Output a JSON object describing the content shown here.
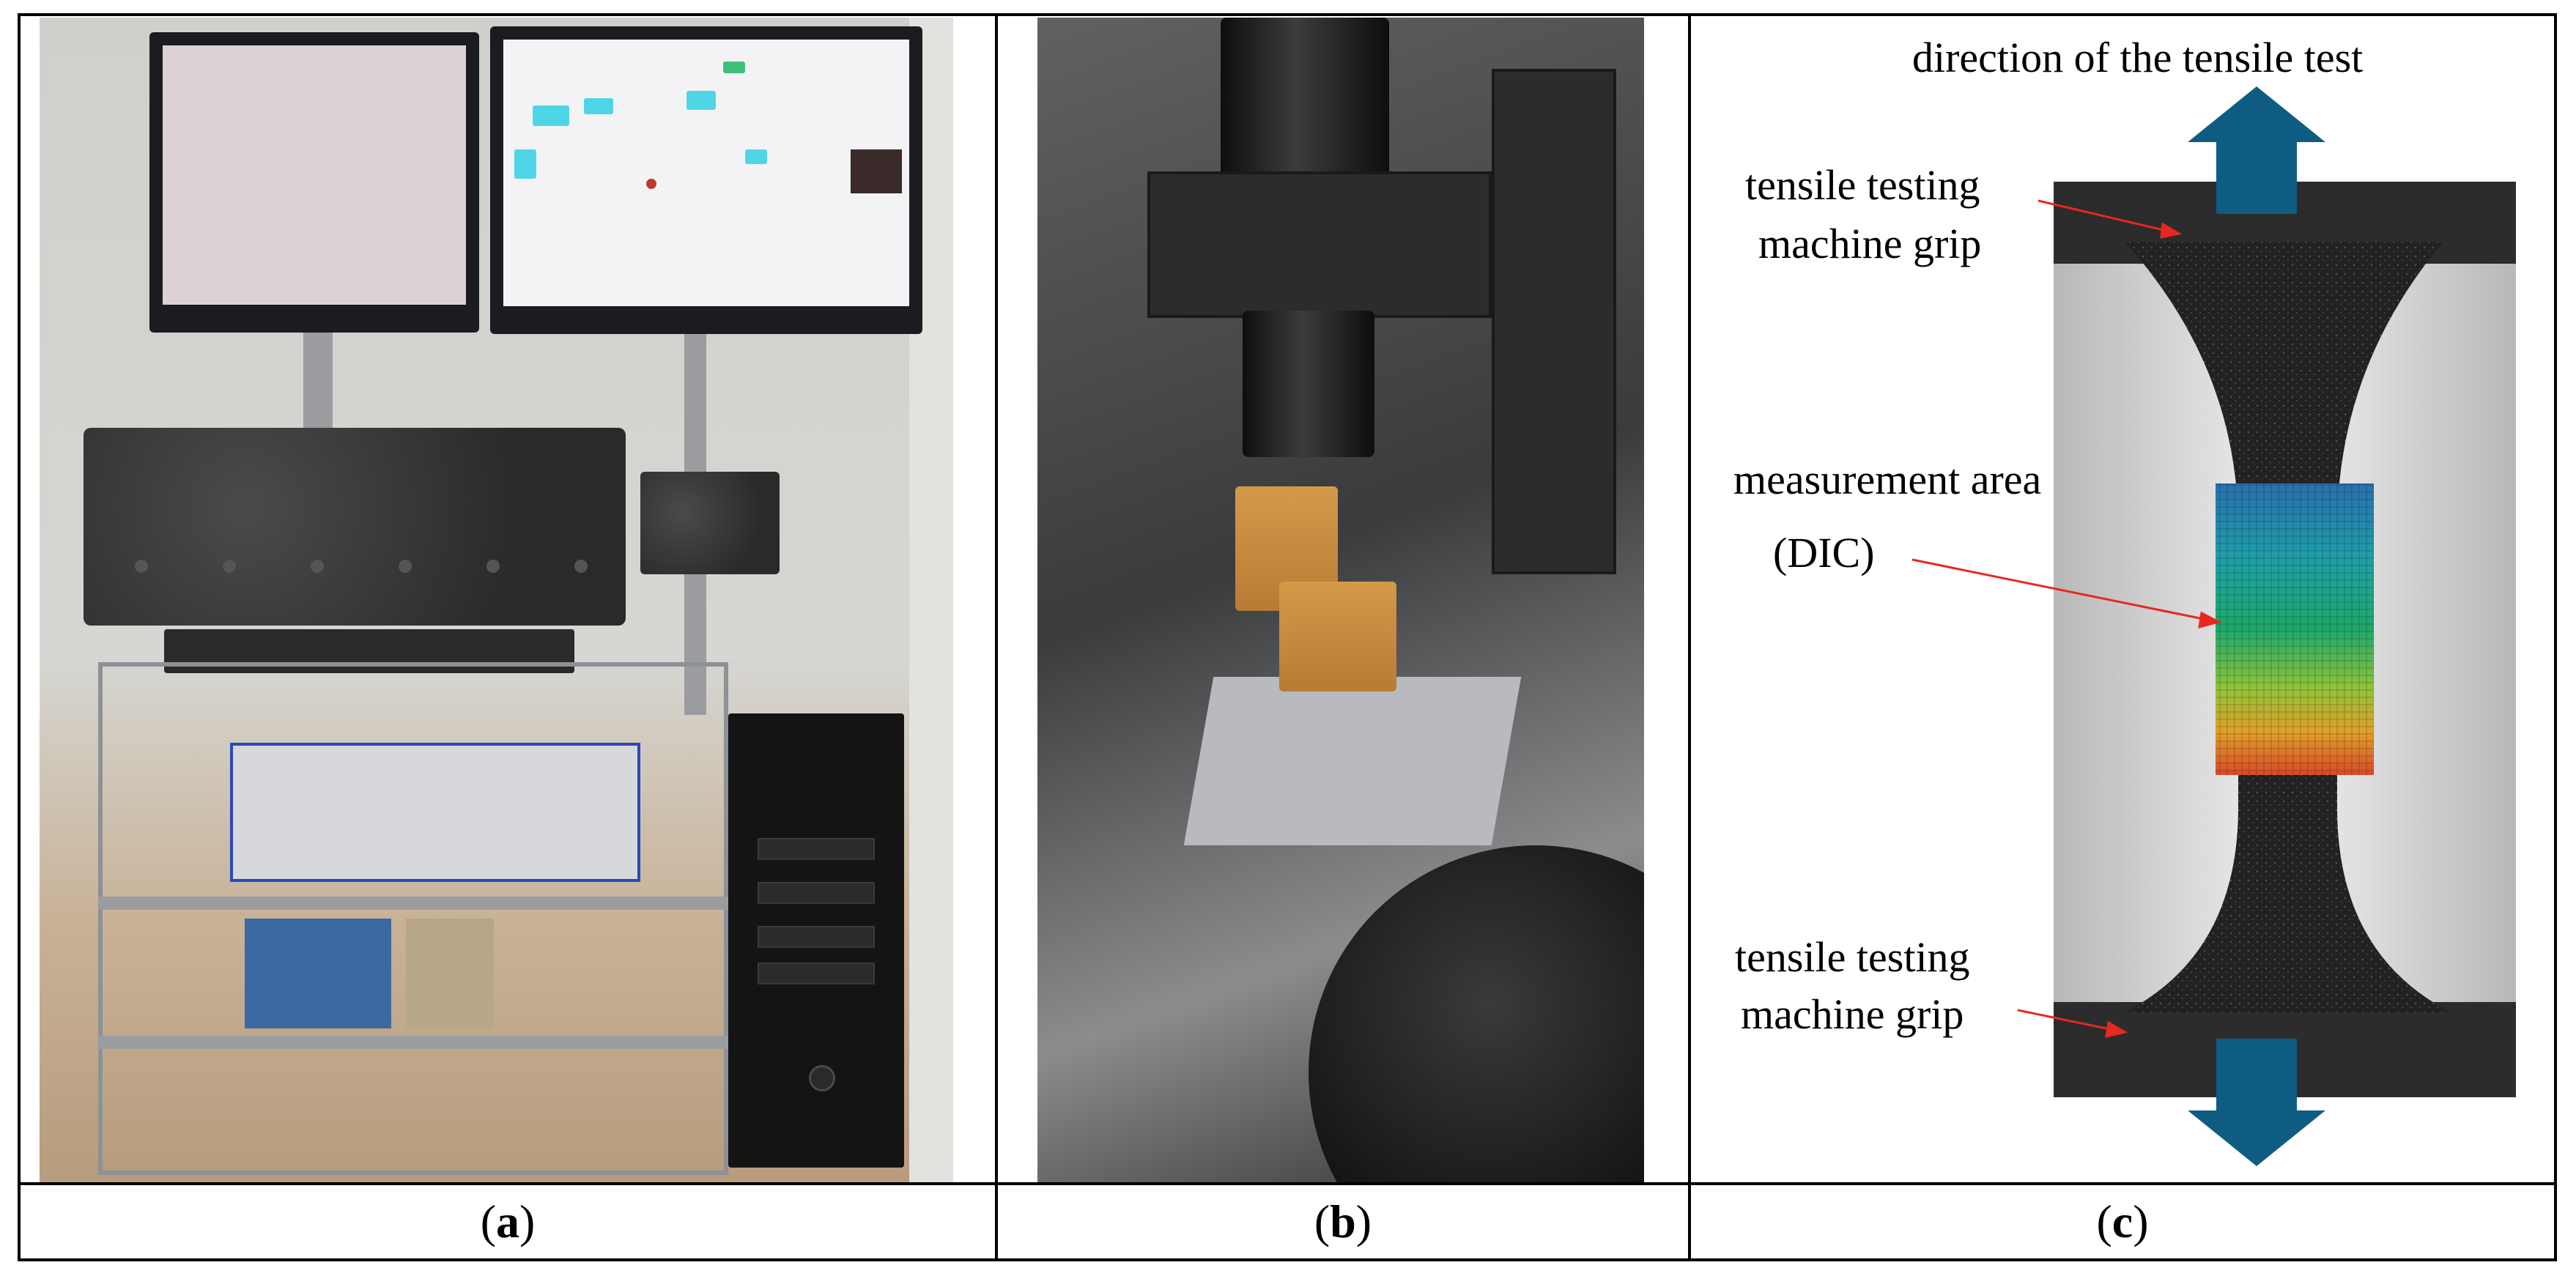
{
  "panel_labels": {
    "a": "a",
    "b": "b",
    "c": "c"
  },
  "annotations": {
    "direction": "direction of the tensile test",
    "grip_top_line1": "tensile testing",
    "grip_top_line2": "machine grip",
    "measurement_line1": "measurement area",
    "measurement_line2": "(DIC)",
    "grip_bottom_line1": "tensile testing",
    "grip_bottom_line2": "machine grip"
  },
  "colors": {
    "arrow": "#0f5c82",
    "pointer": "#e8281e",
    "specimen": "#2a2a2a",
    "grip_bg": "#2c2c2c"
  }
}
